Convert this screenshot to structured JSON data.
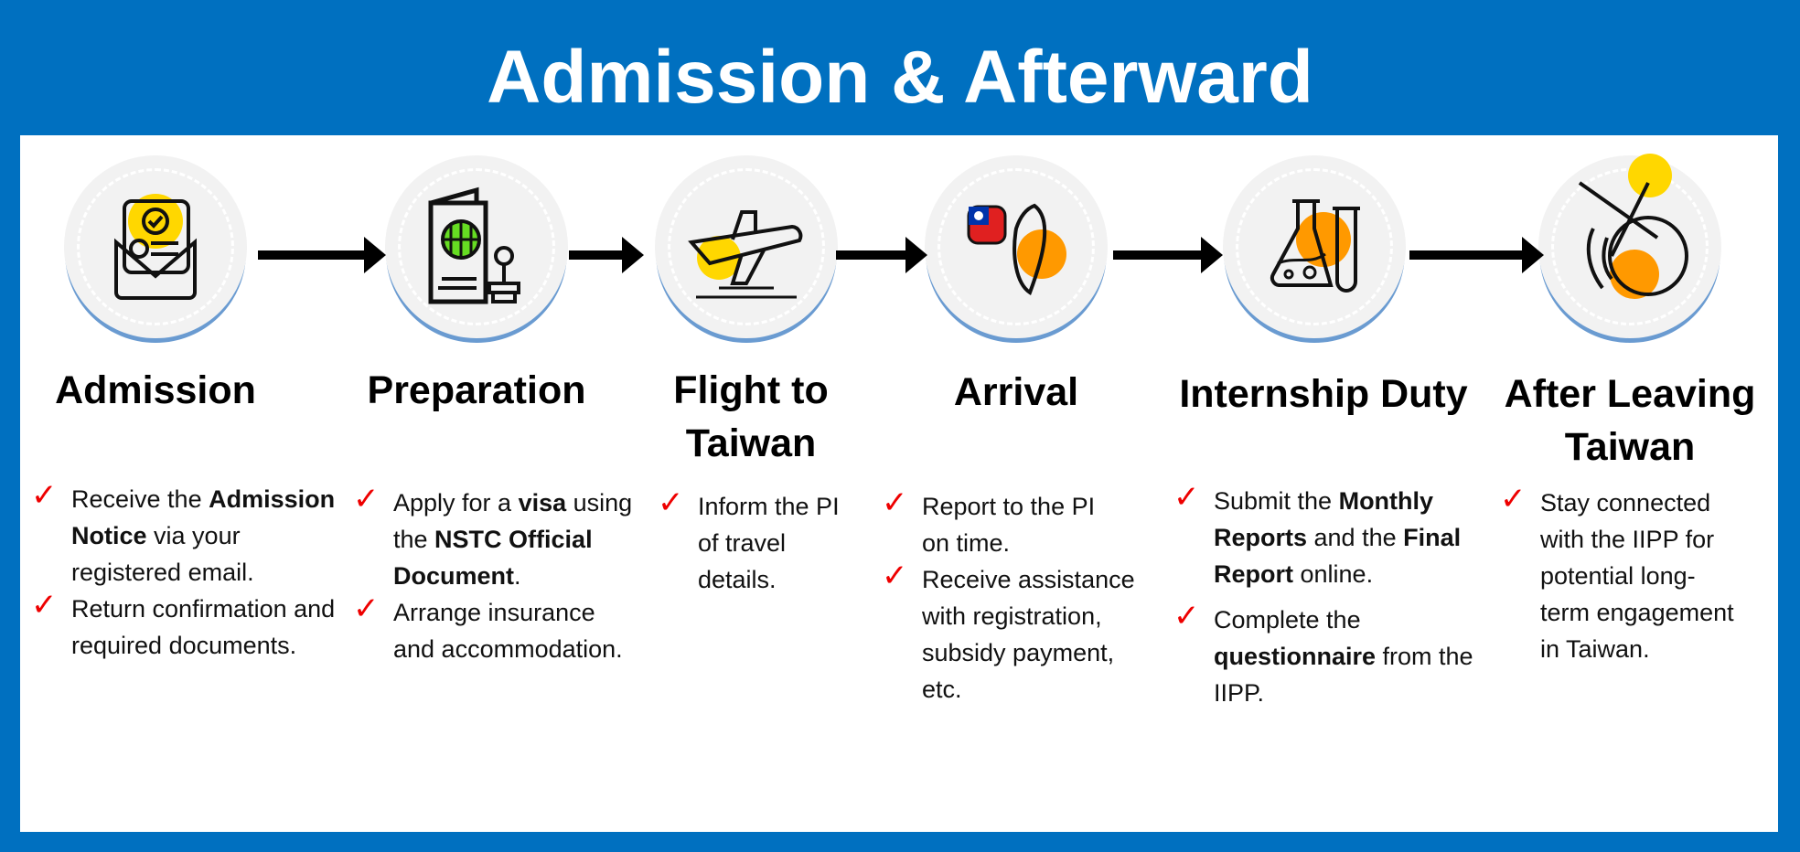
{
  "title": "Admission & Afterward",
  "colors": {
    "frame": "#0070c0",
    "check": "#ee0000",
    "yellow": "#ffd700",
    "orange": "#ff9900",
    "green": "#66dd22"
  },
  "steps": [
    {
      "icon": "envelope-icon",
      "heading": "Admission",
      "items": [
        {
          "parts": [
            "Receive the ",
            "Admission Notice",
            " via your registered email."
          ]
        },
        {
          "parts": [
            "Return confirmation and required documents."
          ]
        }
      ]
    },
    {
      "icon": "passport-icon",
      "heading": "Preparation",
      "items": [
        {
          "parts": [
            "Apply for a ",
            "visa",
            " using the ",
            "NSTC Official Document",
            "."
          ]
        },
        {
          "parts": [
            "Arrange insurance and accommodation."
          ]
        }
      ]
    },
    {
      "icon": "airplane-icon",
      "heading": "Flight to Taiwan",
      "items": [
        {
          "parts": [
            "Inform the PI of travel details."
          ]
        }
      ]
    },
    {
      "icon": "taiwan-map-icon",
      "heading": "Arrival",
      "items": [
        {
          "parts": [
            "Report to the PI on time."
          ]
        },
        {
          "parts": [
            "Receive assistance with registration, subsidy payment, etc."
          ]
        }
      ]
    },
    {
      "icon": "lab-flask-icon",
      "heading": "Internship Duty",
      "items": [
        {
          "parts": [
            "Submit the ",
            "Monthly Reports",
            " and the ",
            "Final Report",
            " online."
          ]
        },
        {
          "parts": [
            "Complete the ",
            "questionnaire",
            " from the IIPP."
          ]
        }
      ]
    },
    {
      "icon": "globe-plane-icon",
      "heading": "After Leaving Taiwan",
      "items": [
        {
          "parts": [
            "Stay connected with the IIPP for potential long-term engagement in Taiwan."
          ]
        }
      ]
    }
  ]
}
